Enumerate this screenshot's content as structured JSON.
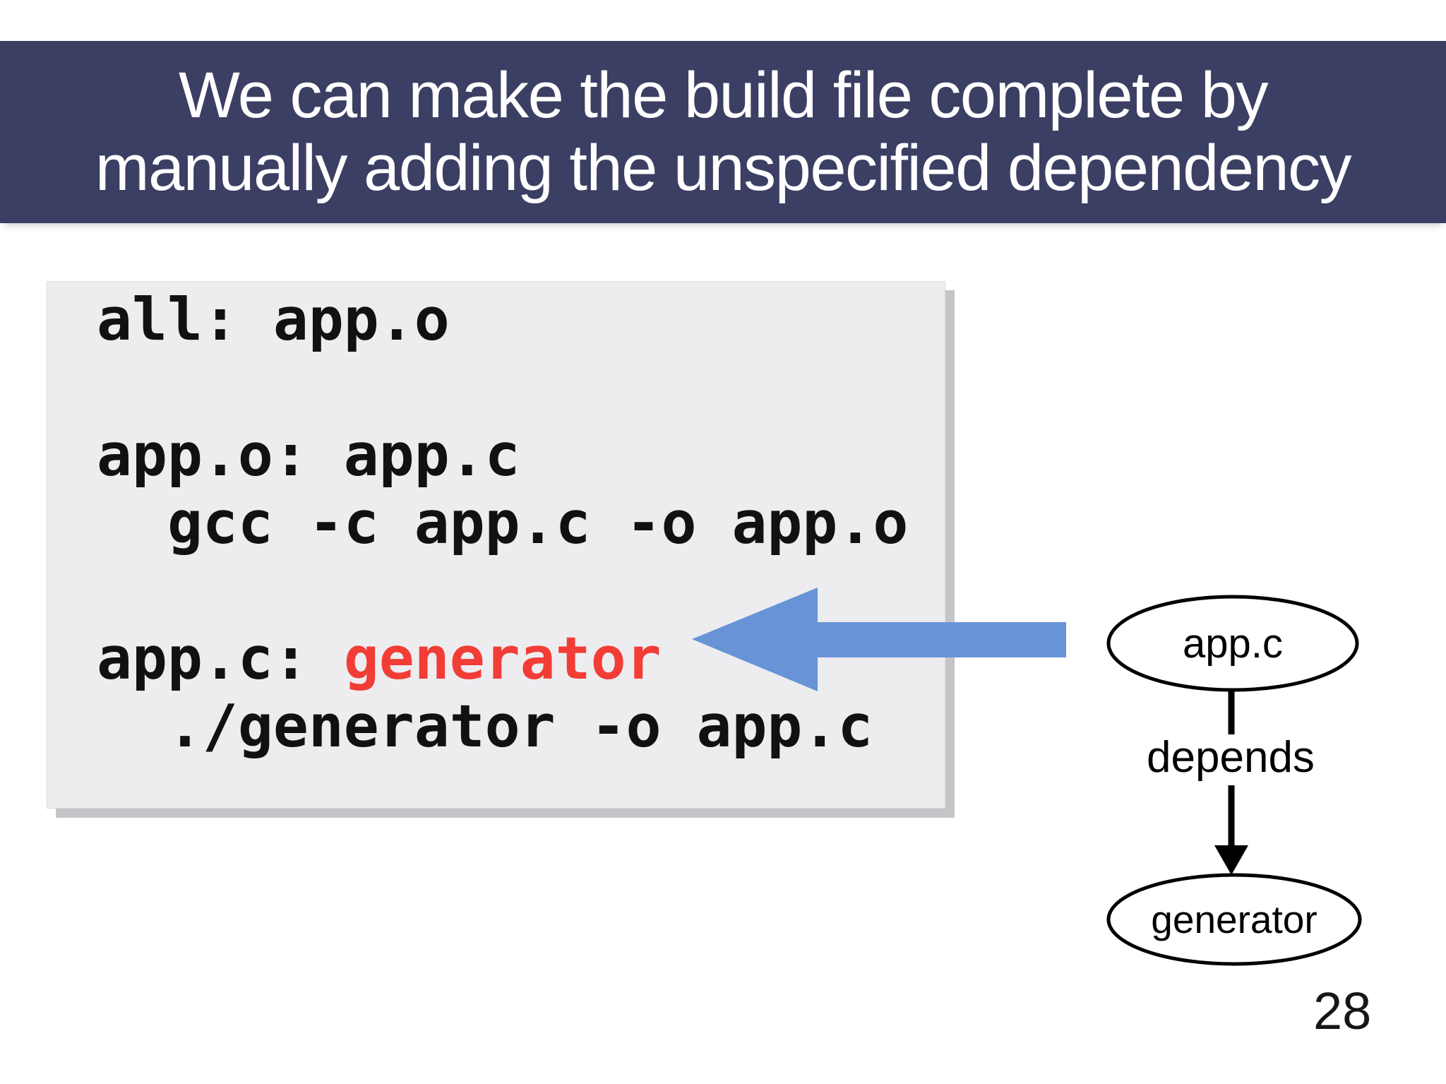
{
  "slide": {
    "title": {
      "line1": "We can make the build file complete by",
      "line2": "manually adding the unspecified dependency"
    },
    "code": {
      "line1": "all: app.o",
      "line2": "",
      "line3": "app.o: app.c",
      "line4": "  gcc -c app.c -o app.o",
      "line5": "",
      "line6_prefix": "app.c: ",
      "line6_highlight": "generator",
      "line7": "  ./generator -o app.c"
    },
    "diagram": {
      "node_top": "app.c",
      "edge_label": "depends",
      "node_bottom": "generator"
    },
    "page_number": "28",
    "colors": {
      "header_bg": "#3b3f63",
      "code_box_bg": "#ededf0",
      "highlight_red": "#f23d36",
      "arrow_blue": "#6893d6",
      "diagram_stroke": "#000000"
    }
  }
}
